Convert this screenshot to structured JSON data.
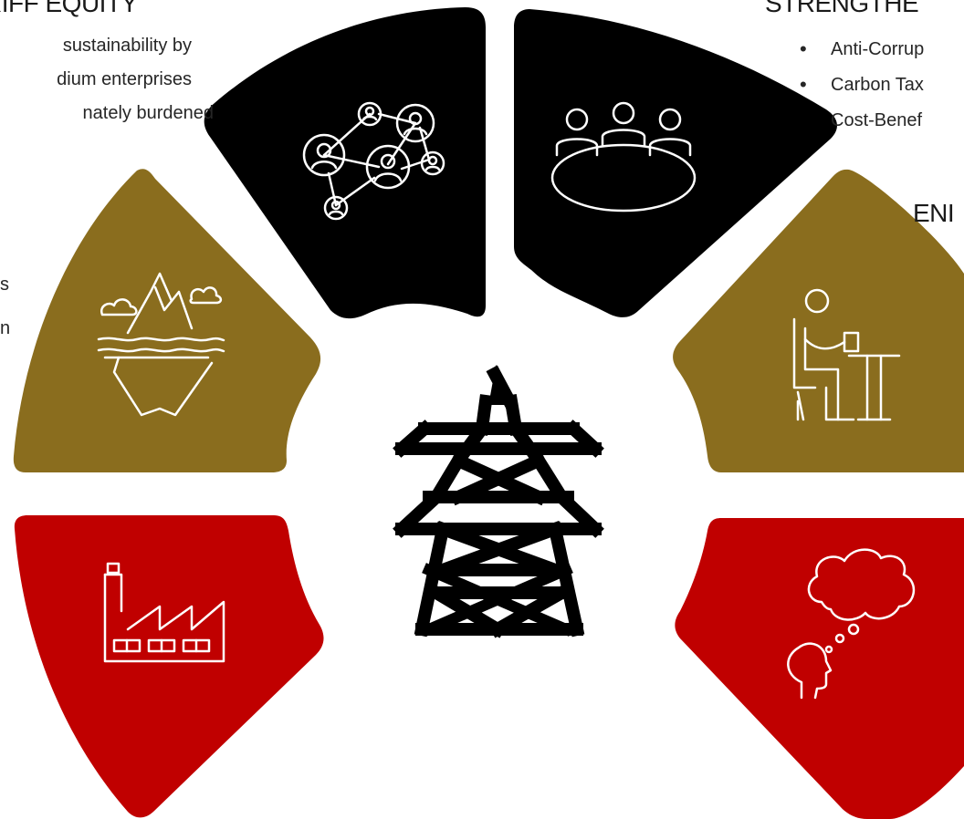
{
  "colors": {
    "black": "#000000",
    "gold": "#8a6d1e",
    "red": "#c00000",
    "icon_stroke": "#ffffff",
    "tower": "#000000"
  },
  "top_left": {
    "heading": "RIFF EQUITY",
    "lines": [
      "sustainability by",
      "dium enterprises",
      "nately burdened"
    ]
  },
  "left_fragments": [
    "s",
    "n"
  ],
  "top_right": {
    "heading": "STRENGTHE",
    "bullets": [
      "Anti-Corrup",
      "Carbon Tax",
      "Cost-Benef"
    ]
  },
  "right_heading": "ENI",
  "segments": [
    {
      "position": "top-left",
      "color": "black",
      "icon": "network-people-icon"
    },
    {
      "position": "top-right",
      "color": "black",
      "icon": "meeting-table-icon"
    },
    {
      "position": "mid-left",
      "color": "gold",
      "icon": "iceberg-icon"
    },
    {
      "position": "mid-right",
      "color": "gold",
      "icon": "person-at-desk-icon"
    },
    {
      "position": "bottom-left",
      "color": "red",
      "icon": "factory-icon"
    },
    {
      "position": "bottom-right",
      "color": "red",
      "icon": "thinking-head-icon"
    }
  ],
  "center_icon": "power-tower-icon"
}
